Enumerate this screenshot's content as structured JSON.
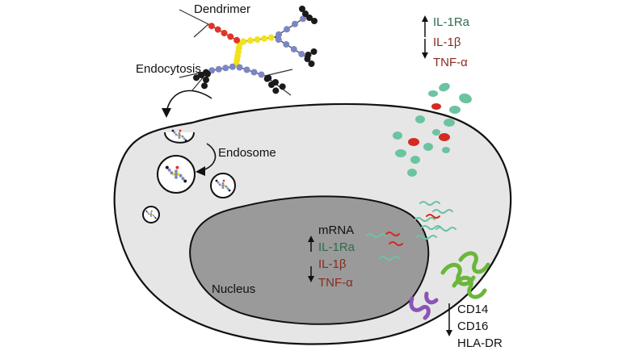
{
  "labels": {
    "dendrimer": "Dendrimer",
    "endocytosis": "Endocytosis",
    "endosome": "Endosome",
    "nucleus": "Nucleus",
    "mrna": "mRNA"
  },
  "secreted": {
    "up": [
      "IL-1Ra"
    ],
    "down": [
      "IL-1β",
      "TNF-α"
    ]
  },
  "nuclear": {
    "up": [
      "IL-1Ra"
    ],
    "down": [
      "IL-1β",
      "TNF-α"
    ]
  },
  "surface_markers": {
    "down": [
      "CD14",
      "CD16",
      "HLA-DR"
    ]
  },
  "colors": {
    "cell_fill": "#e6e6e6",
    "nucleus_fill": "#9a9a9a",
    "anti_inflammatory": "#6cc3a0",
    "pro_inflammatory": "#d42b21",
    "text_green": "#2f6b4c",
    "text_red": "#8a2b1c",
    "dendrimer_core": "#f2e21d",
    "dendrimer_red": "#e0342a",
    "dendrimer_blue": "#7b86c2",
    "dendrimer_end": "#1a1a1a",
    "receptor_green": "#6bb63b",
    "receptor_purple": "#8a55b5"
  }
}
